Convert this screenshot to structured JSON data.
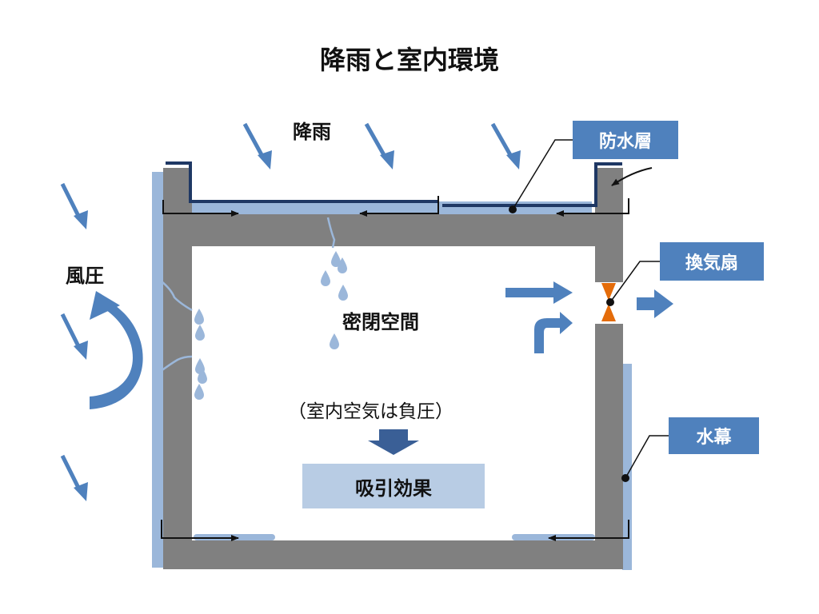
{
  "title": "降雨と室内環境",
  "labels": {
    "rain": "降雨",
    "wind_pressure": "風圧",
    "sealed_space": "密閉空間",
    "pressure_note": "（室内空気は負圧）",
    "suction_effect": "吸引効果"
  },
  "callouts": {
    "waterproof_layer": "防水層",
    "ventilation_fan": "換気扇",
    "water_curtain": "水幕"
  },
  "colors": {
    "wall_gray": "#808080",
    "water_light": "#9bb7da",
    "arrow_blue": "#4f81bd",
    "membrane_dark": "#1f3864",
    "fan_orange": "#e46c0a",
    "callout_box": "#4f81bd",
    "suction_box": "#b8cce4"
  }
}
